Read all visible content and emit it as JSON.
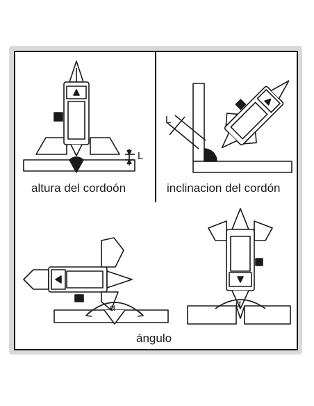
{
  "captions": {
    "height": "altura del cordoón",
    "inclination": "inclinacion del cordón",
    "angle": "ángulo"
  },
  "labels": {
    "L_height": "L",
    "L_inclination": "L",
    "alpha_left": "α",
    "alpha_right": "α"
  },
  "colors": {
    "frame": "#d9d9d9",
    "ink": "#1a1a1a",
    "panel": "#ffffff"
  }
}
